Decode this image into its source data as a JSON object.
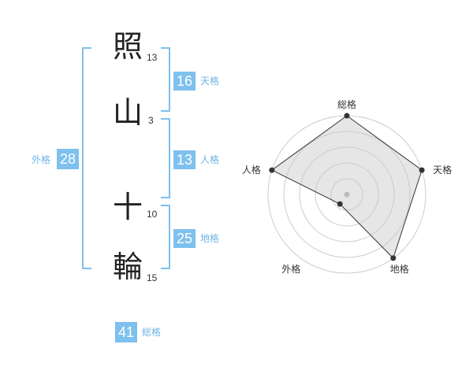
{
  "name_chars": [
    {
      "char": "照",
      "strokes": "13"
    },
    {
      "char": "山",
      "strokes": "3"
    },
    {
      "char": "十",
      "strokes": "10"
    },
    {
      "char": "輪",
      "strokes": "15"
    }
  ],
  "kaku": {
    "tenkaku": {
      "value": "16",
      "label": "天格"
    },
    "jinkaku": {
      "value": "13",
      "label": "人格"
    },
    "chikaku": {
      "value": "25",
      "label": "地格"
    },
    "gaikaku": {
      "value": "28",
      "label": "外格"
    },
    "soukaku": {
      "value": "41",
      "label": "総格"
    }
  },
  "colors": {
    "accent": "#7ec0ee",
    "text": "#222222"
  },
  "chart_data": {
    "type": "radar",
    "axes": [
      "総格",
      "天格",
      "地格",
      "外格",
      "人格"
    ],
    "values": [
      1.0,
      1.0,
      1.0,
      0.15,
      1.0
    ],
    "levels": 5
  }
}
